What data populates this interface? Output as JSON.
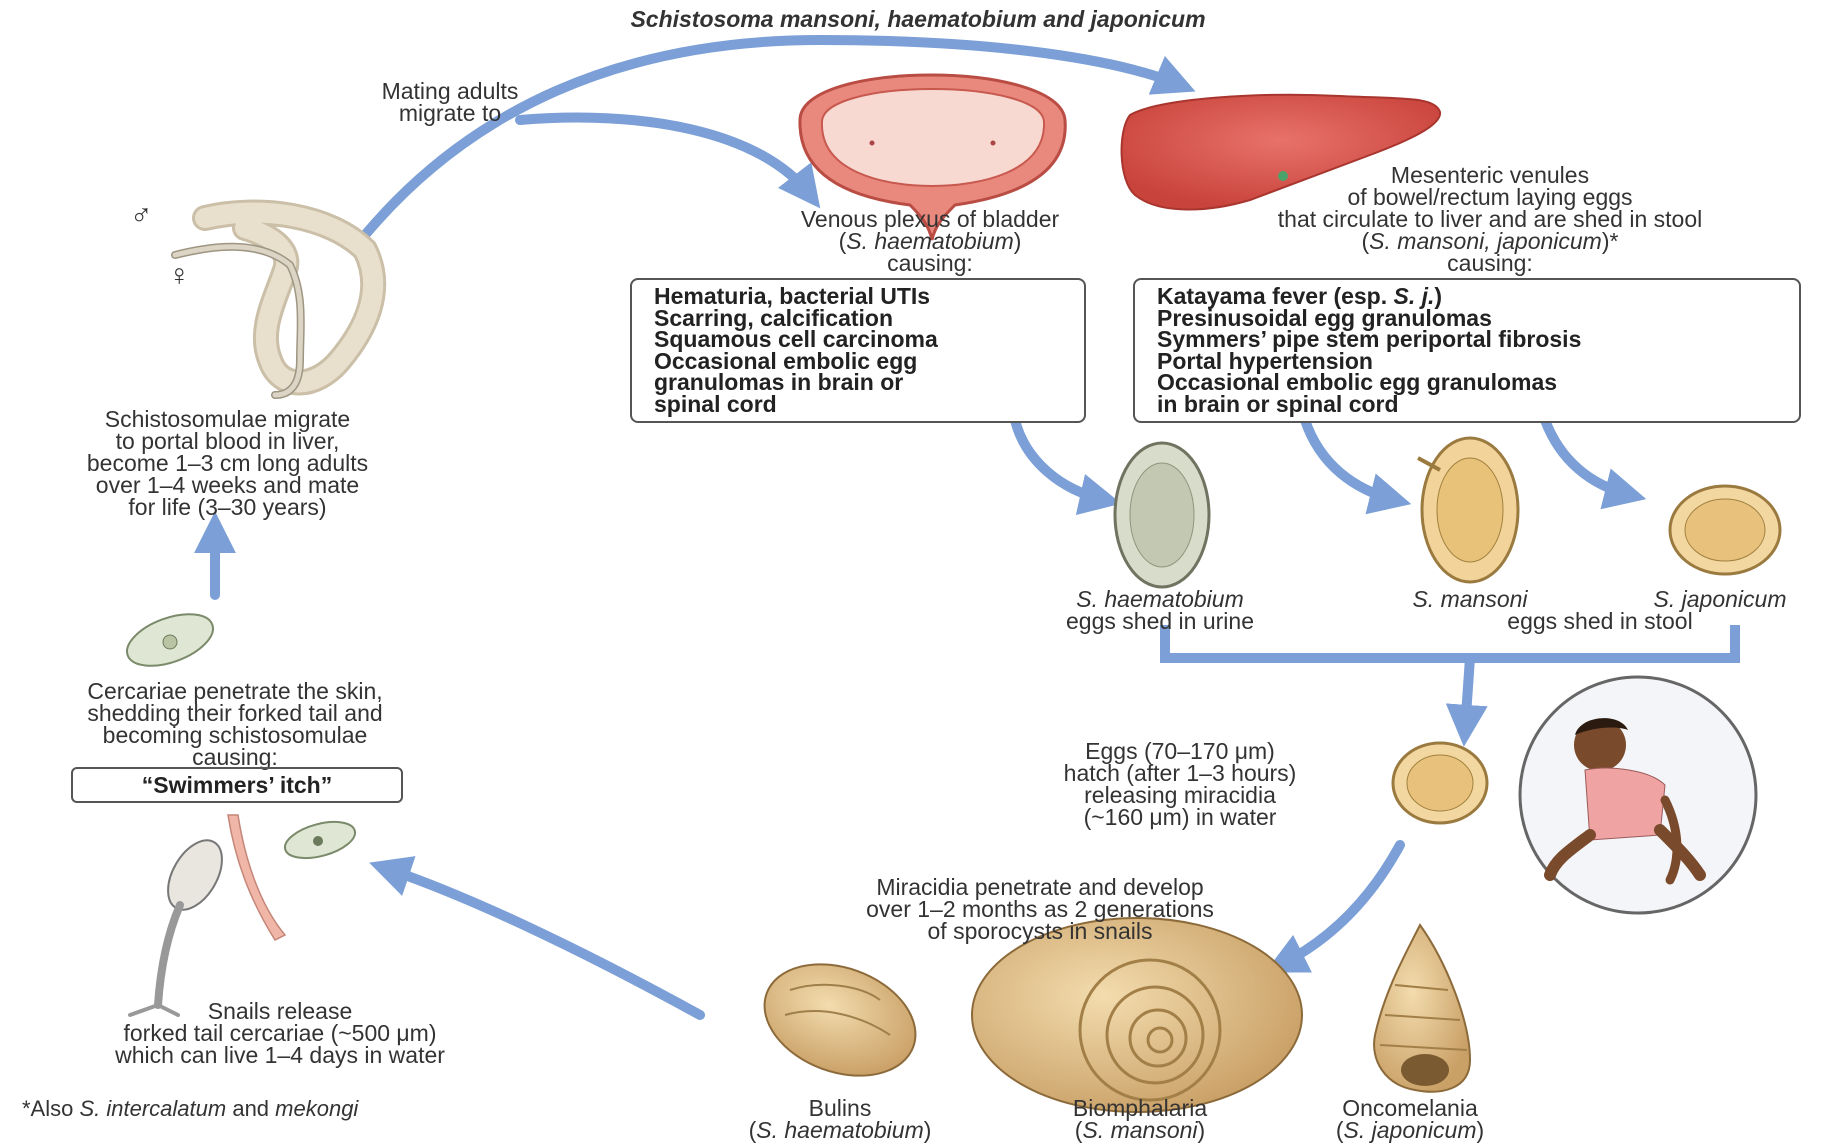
{
  "title": "Schistosoma mansoni, haematobium and japonicum",
  "labels": {
    "mating": [
      "Mating adults",
      "migrate to"
    ],
    "bladder": {
      "line1": "Venous plexus of bladder",
      "species": "S. haematobium",
      "causing": "causing:"
    },
    "mesenteric": {
      "lines": [
        "Mesenteric venules",
        "of bowel/rectum laying eggs",
        "that circulate to liver and are shed in stool"
      ],
      "species": "S. mansoni, japonicum",
      "asterisk": "*",
      "causing": "causing:"
    },
    "schistosomulae": [
      "Schistosomulae migrate",
      "to portal blood in liver,",
      "become 1–3 cm long adults",
      "over 1–4 weeks and mate",
      "for life (3–30 years)"
    ],
    "cercariae": [
      "Cercariae penetrate the skin,",
      "shedding their forked tail and",
      "becoming schistosomulae",
      "causing:"
    ],
    "swimmers_itch": "“Swimmers’ itch”",
    "snails_release": [
      "Snails release",
      "forked tail cercariae (~500 μm)",
      "which can live 1–4 days in water"
    ],
    "footnote_prefix": "*Also ",
    "footnote_species": "S. intercalatum",
    "footnote_and": " and ",
    "footnote_species2": "mekongi",
    "eggs_hatch": [
      "Eggs (70–170 μm)",
      "hatch (after 1–3 hours)",
      "releasing miracidia",
      "(~160 μm) in water"
    ],
    "miracidia": [
      "Miracidia penetrate and develop",
      "over 1–2 months as 2 generations",
      "of sporocysts in snails"
    ],
    "egg_haem": {
      "species": "S. haematobium",
      "text": "eggs shed in urine"
    },
    "egg_mansoni": {
      "species": "S. mansoni"
    },
    "egg_japonicum": {
      "species": "S. japonicum"
    },
    "eggs_stool": "eggs shed in stool",
    "snails": [
      {
        "name": "Bulins",
        "species": "S. haematobium"
      },
      {
        "name": "Biomphalaria",
        "species": "S. mansoni"
      },
      {
        "name": "Oncomelania",
        "species": "S. japonicum"
      }
    ],
    "male_symbol": "♂",
    "female_symbol": "♀"
  },
  "bladder_box": [
    "Hematuria, bacterial UTIs",
    "Scarring, calcification",
    "Squamous cell carcinoma",
    "Occasional embolic egg",
    "granulomas in brain or",
    "spinal cord"
  ],
  "liver_box": {
    "line1_prefix": "Katayama fever (esp. ",
    "line1_species": "S. j.",
    "line1_suffix": ")",
    "rest": [
      "Presinusoidal egg granulomas",
      "Symmers’ pipe stem periportal fibrosis",
      "Portal hypertension",
      "Occasional embolic egg granulomas",
      "in brain or spinal cord"
    ]
  },
  "colors": {
    "arrow": "#7b9fd6",
    "text": "#333333",
    "liver": "#d9534a",
    "egg": "#e8cf8a"
  }
}
